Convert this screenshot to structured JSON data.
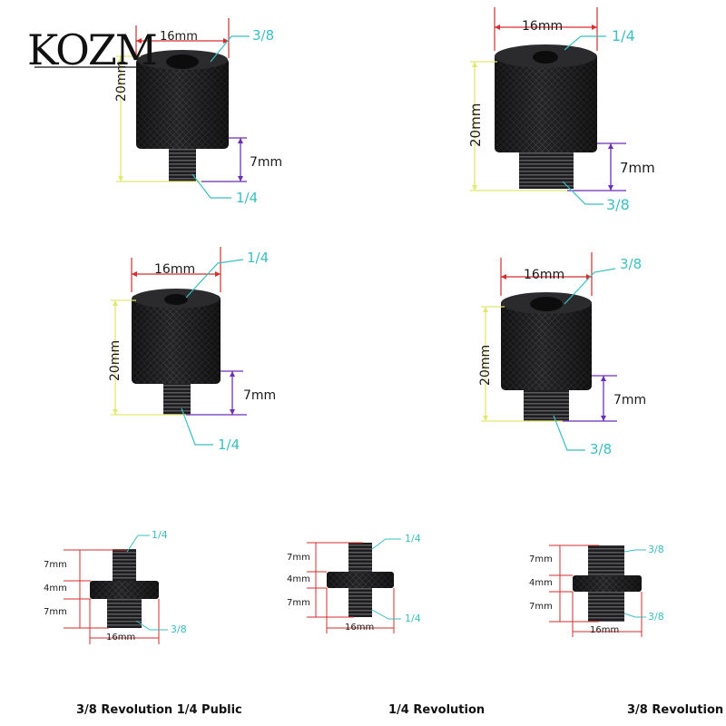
{
  "brand": {
    "logo_text": "KOZM"
  },
  "colors": {
    "teal": "#3bbfc0",
    "red": "#d62d2d",
    "purple": "#6a2fb8",
    "yellow": "#e3e873",
    "metal": "#1d1d1f"
  },
  "adapters_top": [
    {
      "width": "16mm",
      "height": "20mm",
      "thread": "7mm",
      "top_spec": "3/8",
      "bottom_spec": "1/4"
    },
    {
      "width": "16mm",
      "height": "20mm",
      "thread": "7mm",
      "top_spec": "1/4",
      "bottom_spec": "3/8"
    },
    {
      "width": "16mm",
      "height": "20mm",
      "thread": "7mm",
      "top_spec": "1/4",
      "bottom_spec": "1/4"
    },
    {
      "width": "16mm",
      "height": "20mm",
      "thread": "7mm",
      "top_spec": "3/8",
      "bottom_spec": "3/8"
    }
  ],
  "adapters_bottom": [
    {
      "top_len": "7mm",
      "mid_len": "4mm",
      "bot_len": "7mm",
      "width": "16mm",
      "top_spec": "1/4",
      "bottom_spec": "3/8",
      "caption": "3/8 Revolution 1/4 Public"
    },
    {
      "top_len": "7mm",
      "mid_len": "4mm",
      "bot_len": "7mm",
      "width": "16mm",
      "top_spec": "1/4",
      "bottom_spec": "1/4",
      "caption": "1/4 Revolution"
    },
    {
      "top_len": "7mm",
      "mid_len": "4mm",
      "bot_len": "7mm",
      "width": "16mm",
      "top_spec": "3/8",
      "bottom_spec": "3/8",
      "caption": "3/8 Revolution"
    }
  ]
}
